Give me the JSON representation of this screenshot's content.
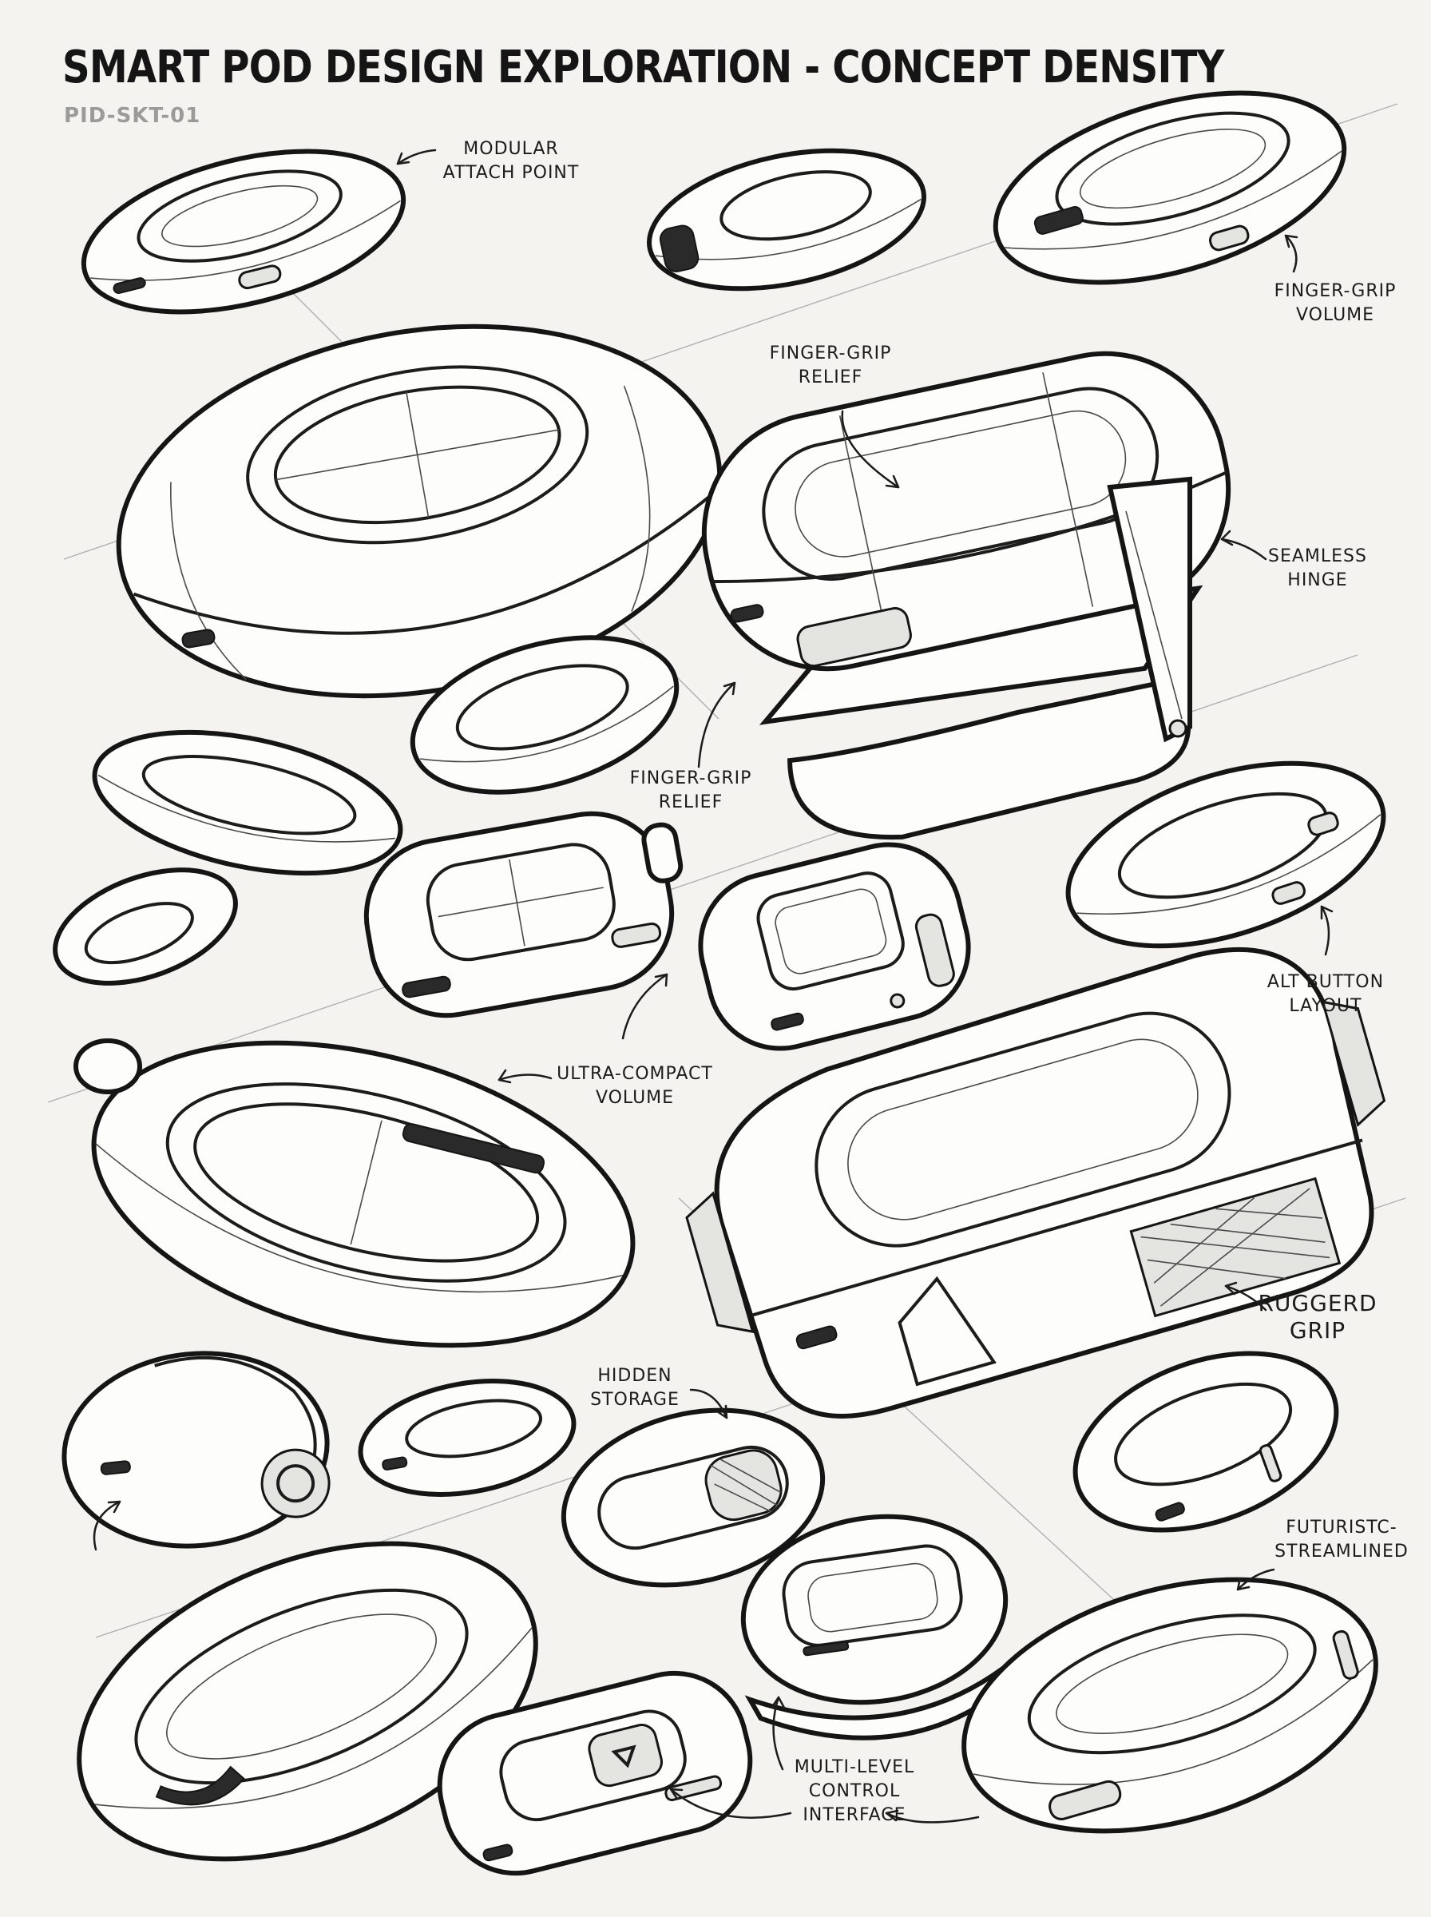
{
  "header": {
    "title": "SMART POD DESIGN EXPLORATION - CONCEPT DENSITY",
    "sheet_code": "PID-SKT-01"
  },
  "annotations": [
    {
      "id": "modular-attach-point",
      "lines": [
        "MODULAR",
        "ATTACH POINT"
      ]
    },
    {
      "id": "finger-grip-volume",
      "lines": [
        "FINGER-GRIP",
        "VOLUME"
      ]
    },
    {
      "id": "finger-grip-relief-top",
      "lines": [
        "FINGER-GRIP",
        "RELIEF"
      ]
    },
    {
      "id": "seamless-hinge",
      "lines": [
        "SEAMLESS",
        "HINGE"
      ]
    },
    {
      "id": "finger-grip-relief-mid",
      "lines": [
        "FINGER-GRIP",
        "RELIEF"
      ]
    },
    {
      "id": "alt-button-layout",
      "lines": [
        "ALT BUTTON",
        "LAYOUT"
      ]
    },
    {
      "id": "ultra-compact-volume",
      "lines": [
        "ULTRA-COMPACT",
        "VOLUME"
      ]
    },
    {
      "id": "ruggerd-grip",
      "lines": [
        "RUGGERD",
        "GRIP"
      ]
    },
    {
      "id": "hidden-storage",
      "lines": [
        "HIDDEN",
        "STORAGE"
      ]
    },
    {
      "id": "futuristc-streamlined",
      "lines": [
        "FUTURISTC-",
        "STREAMLINED"
      ]
    },
    {
      "id": "multi-level-control-interface",
      "lines": [
        "MULTI-LEVEL",
        "CONTROL",
        "INTERFACE"
      ]
    }
  ],
  "colors": {
    "paper": "#f4f3ef",
    "ink": "#151515",
    "sheet_code": "#9a9a9a"
  }
}
